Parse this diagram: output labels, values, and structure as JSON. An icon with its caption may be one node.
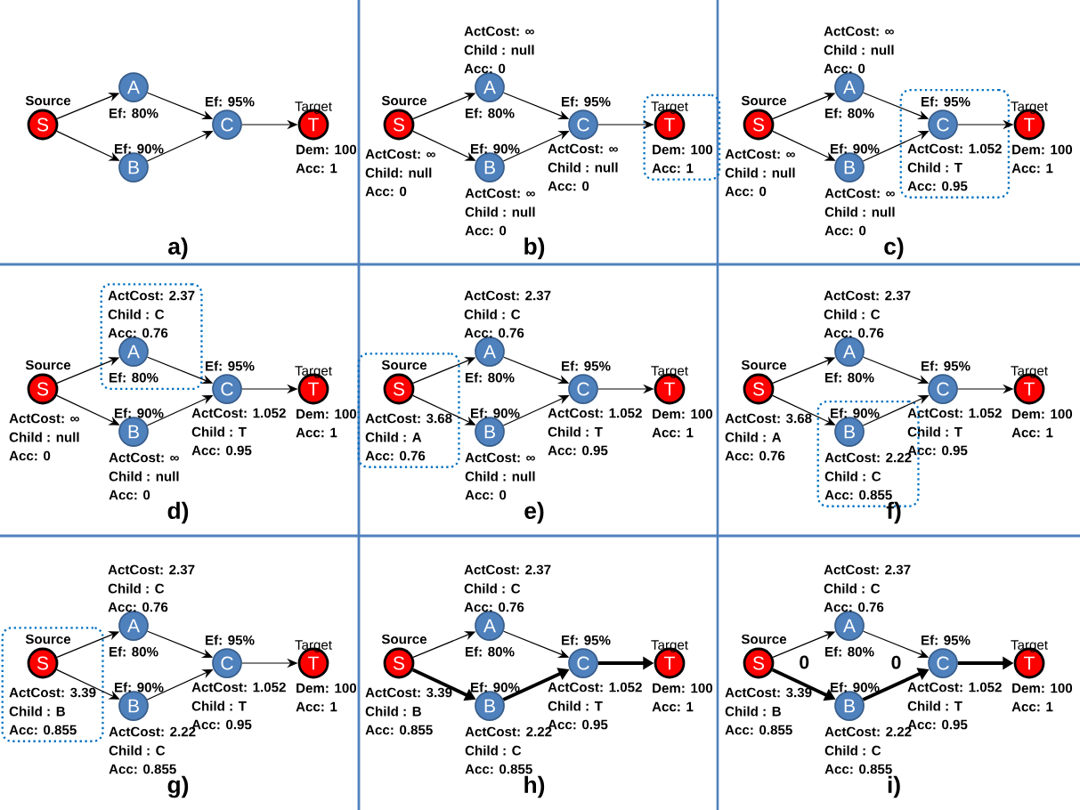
{
  "diagram": {
    "nodes": [
      {
        "text": [
          "S"
        ],
        "beside": [
          "Source"
        ]
      },
      {
        "text": [
          "A"
        ],
        "beside": [
          "Ef: 80%"
        ]
      },
      {
        "text": [
          "B"
        ],
        "beside": [
          "Ef: 90%"
        ]
      },
      {
        "text": [
          "C"
        ],
        "beside": [
          "Ef: 95%"
        ]
      },
      {
        "text": [
          "T"
        ],
        "beside": [
          "Target",
          "Dem: 100",
          "Acc: 1"
        ]
      },
      {
        "text": [],
        "shape": "box"
      },
      {
        "text": [
          "S"
        ],
        "beside": [
          "Source",
          "ActCost: ∞",
          "Child: null",
          "Acc: 0"
        ]
      },
      {
        "text": [
          "A"
        ],
        "beside": [
          "ActCost: ∞",
          "Child : null",
          "Acc: 0",
          "Ef: 80%"
        ]
      },
      {
        "text": [
          "B"
        ],
        "beside": [
          "Ef: 90%",
          "ActCost: ∞",
          "Child : null",
          "Acc: 0"
        ]
      },
      {
        "text": [
          "C"
        ],
        "beside": [
          "Ef: 95%",
          "ActCost: ∞",
          "Child : null",
          "Acc: 0"
        ]
      },
      {
        "text": [
          "T"
        ],
        "beside": [
          "Target",
          "Dem: 100",
          "Acc: 1"
        ],
        "in": 5
      },
      {
        "text": [],
        "shape": "box"
      },
      {
        "text": [
          "S"
        ],
        "beside": [
          "Source",
          "ActCost: ∞",
          "Child : null",
          "Acc: 0"
        ]
      },
      {
        "text": [
          "A"
        ],
        "beside": [
          "ActCost: ∞",
          "Child : null",
          "Acc: 0",
          "Ef: 80%"
        ]
      },
      {
        "text": [
          "B"
        ],
        "beside": [
          "Ef: 90%",
          "ActCost: ∞",
          "Child : null",
          "Acc: 0"
        ]
      },
      {
        "text": [
          "C"
        ],
        "beside": [
          "Ef: 95%",
          "ActCost: 1.052",
          "Child : T",
          "Acc: 0.95"
        ],
        "in": 11
      },
      {
        "text": [
          "T"
        ],
        "beside": [
          "Target",
          "Dem: 100",
          "Acc: 1"
        ]
      },
      {
        "text": [],
        "shape": "box"
      },
      {
        "text": [
          "S"
        ],
        "beside": [
          "Source",
          "ActCost: ∞",
          "Child : null",
          "Acc: 0"
        ]
      },
      {
        "text": [
          "A"
        ],
        "beside": [
          "ActCost: 2.37",
          "Child : C",
          "Acc: 0.76",
          "Ef: 80%"
        ],
        "in": 17
      },
      {
        "text": [
          "B"
        ],
        "beside": [
          "Ef: 90%",
          "ActCost: ∞",
          "Child : null",
          "Acc: 0"
        ]
      },
      {
        "text": [
          "C"
        ],
        "beside": [
          "Ef: 95%",
          "ActCost: 1.052",
          "Child : T",
          "Acc: 0.95"
        ]
      },
      {
        "text": [
          "T"
        ],
        "beside": [
          "Target",
          "Dem: 100",
          "Acc: 1"
        ]
      },
      {
        "text": [],
        "shape": "box"
      },
      {
        "text": [
          "S"
        ],
        "beside": [
          "Source",
          "ActCost: 3.68",
          "Child : A",
          "Acc: 0.76"
        ],
        "in": 23
      },
      {
        "text": [
          "A"
        ],
        "beside": [
          "ActCost: 2.37",
          "Child : C",
          "Acc: 0.76",
          "Ef: 80%"
        ]
      },
      {
        "text": [
          "B"
        ],
        "beside": [
          "Ef: 90%",
          "ActCost: ∞",
          "Child : null",
          "Acc: 0"
        ]
      },
      {
        "text": [
          "C"
        ],
        "beside": [
          "Ef: 95%",
          "ActCost: 1.052",
          "Child : T",
          "Acc: 0.95"
        ]
      },
      {
        "text": [
          "T"
        ],
        "beside": [
          "Target",
          "Dem: 100",
          "Acc: 1"
        ]
      },
      {
        "text": [],
        "shape": "box"
      },
      {
        "text": [
          "S"
        ],
        "beside": [
          "Source",
          "ActCost: 3.68",
          "Child : A",
          "Acc: 0.76"
        ]
      },
      {
        "text": [
          "A"
        ],
        "beside": [
          "ActCost: 2.37",
          "Child : C",
          "Acc: 0.76",
          "Ef: 80%"
        ]
      },
      {
        "text": [
          "B"
        ],
        "beside": [
          "Ef: 90%",
          "ActCost: 2.22",
          "Child : C",
          "Acc: 0.855"
        ],
        "in": 29
      },
      {
        "text": [
          "C"
        ],
        "beside": [
          "Ef: 95%",
          "ActCost: 1.052",
          "Child : T",
          "Acc: 0.95"
        ]
      },
      {
        "text": [
          "T"
        ],
        "beside": [
          "Target",
          "Dem: 100",
          "Acc: 1"
        ]
      },
      {
        "text": [],
        "shape": "box"
      },
      {
        "text": [
          "S"
        ],
        "beside": [
          "Source",
          "ActCost: 3.39",
          "Child : B",
          "Acc: 0.855"
        ],
        "in": 35
      },
      {
        "text": [
          "A"
        ],
        "beside": [
          "ActCost: 2.37",
          "Child : C",
          "Acc: 0.76",
          "Ef: 80%"
        ]
      },
      {
        "text": [
          "B"
        ],
        "beside": [
          "Ef: 90%",
          "ActCost: 2.22",
          "Child : C",
          "Acc: 0.855"
        ]
      },
      {
        "text": [
          "C"
        ],
        "beside": [
          "Ef: 95%",
          "ActCost: 1.052",
          "Child : T",
          "Acc: 0.95"
        ]
      },
      {
        "text": [
          "T"
        ],
        "beside": [
          "Target",
          "Dem: 100",
          "Acc: 1"
        ]
      },
      {
        "text": [
          "S"
        ],
        "beside": [
          "Source",
          "ActCost: 3.39",
          "Child : B",
          "Acc: 0.855"
        ]
      },
      {
        "text": [
          "A"
        ],
        "beside": [
          "ActCost: 2.37",
          "Child : C",
          "Acc: 0.76",
          "Ef: 80%"
        ]
      },
      {
        "text": [
          "B"
        ],
        "beside": [
          "Ef: 90%",
          "ActCost: 2.22",
          "Child : C",
          "Acc: 0.855"
        ]
      },
      {
        "text": [
          "C"
        ],
        "beside": [
          "Ef: 95%",
          "ActCost: 1.052",
          "Child : T",
          "Acc: 0.95"
        ]
      },
      {
        "text": [
          "T"
        ],
        "beside": [
          "Target",
          "Dem: 100",
          "Acc: 1"
        ]
      },
      {
        "text": [
          "S"
        ],
        "beside": [
          "Source",
          "ActCost: 3.39",
          "Child : B",
          "Acc: 0.855"
        ]
      },
      {
        "text": [
          "A"
        ],
        "beside": [
          "ActCost: 2.37",
          "Child : C",
          "Acc: 0.76",
          "Ef: 80%"
        ]
      },
      {
        "text": [
          "B"
        ],
        "beside": [
          "Ef: 90%",
          "ActCost: 2.22",
          "Child : C",
          "Acc: 0.855"
        ]
      },
      {
        "text": [
          "C"
        ],
        "beside": [
          "Ef: 95%",
          "ActCost: 1.052",
          "Child : T",
          "Acc: 0.95"
        ]
      },
      {
        "text": [
          "T"
        ],
        "beside": [
          "Target",
          "Dem: 100",
          "Acc: 1"
        ]
      }
    ],
    "edges": [
      {
        "from": 0,
        "to": 1,
        "arrow": "to"
      },
      {
        "from": 0,
        "to": 2,
        "arrow": "to"
      },
      {
        "from": 1,
        "to": 3,
        "arrow": "to"
      },
      {
        "from": 2,
        "to": 3,
        "arrow": "to"
      },
      {
        "from": 3,
        "to": 4,
        "arrow": "to"
      },
      {
        "from": 6,
        "to": 7,
        "arrow": "to"
      },
      {
        "from": 6,
        "to": 8,
        "arrow": "to"
      },
      {
        "from": 7,
        "to": 9,
        "arrow": "to"
      },
      {
        "from": 8,
        "to": 9,
        "arrow": "to"
      },
      {
        "from": 9,
        "to": 10,
        "arrow": "to"
      },
      {
        "from": 12,
        "to": 13,
        "arrow": "to"
      },
      {
        "from": 12,
        "to": 14,
        "arrow": "to"
      },
      {
        "from": 13,
        "to": 15,
        "arrow": "to"
      },
      {
        "from": 14,
        "to": 15,
        "arrow": "to"
      },
      {
        "from": 15,
        "to": 16,
        "arrow": "to"
      },
      {
        "from": 18,
        "to": 19,
        "arrow": "to"
      },
      {
        "from": 18,
        "to": 20,
        "arrow": "to"
      },
      {
        "from": 19,
        "to": 21,
        "arrow": "to"
      },
      {
        "from": 20,
        "to": 21,
        "arrow": "to"
      },
      {
        "from": 21,
        "to": 22,
        "arrow": "to"
      },
      {
        "from": 24,
        "to": 25,
        "arrow": "to"
      },
      {
        "from": 24,
        "to": 26,
        "arrow": "to"
      },
      {
        "from": 25,
        "to": 27,
        "arrow": "to"
      },
      {
        "from": 26,
        "to": 27,
        "arrow": "to"
      },
      {
        "from": 27,
        "to": 28,
        "arrow": "to"
      },
      {
        "from": 30,
        "to": 31,
        "arrow": "to"
      },
      {
        "from": 30,
        "to": 32,
        "arrow": "to"
      },
      {
        "from": 31,
        "to": 33,
        "arrow": "to"
      },
      {
        "from": 32,
        "to": 33,
        "arrow": "to"
      },
      {
        "from": 33,
        "to": 34,
        "arrow": "to"
      },
      {
        "from": 36,
        "to": 37,
        "arrow": "to"
      },
      {
        "from": 36,
        "to": 38,
        "arrow": "to"
      },
      {
        "from": 37,
        "to": 39,
        "arrow": "to"
      },
      {
        "from": 38,
        "to": 39,
        "arrow": "to"
      },
      {
        "from": 39,
        "to": 40,
        "arrow": "to"
      },
      {
        "from": 41,
        "to": 42,
        "arrow": "to"
      },
      {
        "from": 41,
        "to": 43,
        "arrow": "to",
        "style": "thick"
      },
      {
        "from": 42,
        "to": 44,
        "arrow": "to"
      },
      {
        "from": 43,
        "to": 44,
        "arrow": "to",
        "style": "thick"
      },
      {
        "from": 44,
        "to": 45,
        "arrow": "to",
        "style": "thick"
      },
      {
        "from": 46,
        "to": 47,
        "arrow": "to",
        "label": "0"
      },
      {
        "from": 46,
        "to": 48,
        "arrow": "to",
        "style": "thick"
      },
      {
        "from": 47,
        "to": 49,
        "arrow": "to",
        "label": "0"
      },
      {
        "from": 48,
        "to": 49,
        "arrow": "to",
        "style": "thick"
      },
      {
        "from": 49,
        "to": 50,
        "arrow": "to",
        "style": "thick"
      }
    ],
    "labels": [
      "a)",
      "b)",
      "c)",
      "d)",
      "e)",
      "f)",
      "g)",
      "h)",
      "i)"
    ]
  }
}
